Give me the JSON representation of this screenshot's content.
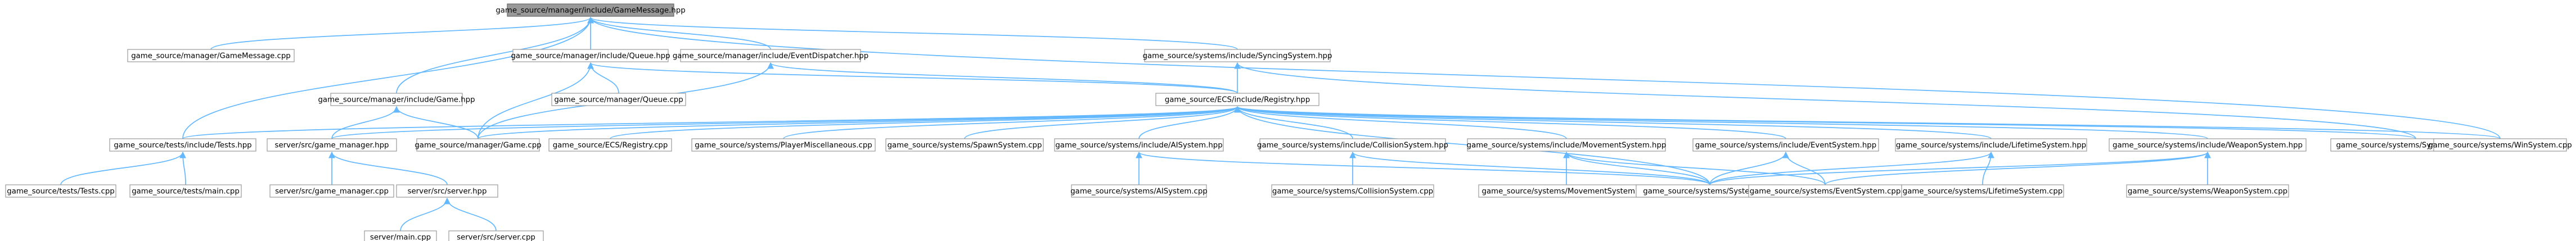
{
  "graph": {
    "root": "game_source/manager/include/GameMessage.hpp",
    "colors": {
      "root_fill": "#999999",
      "node_fill": "#ffffff",
      "node_border": "#999999",
      "edge": "#63b8ff"
    },
    "nodes": [
      {
        "id": "gm_hpp",
        "label": "game_source/manager/include/GameMessage.hpp",
        "root": true
      },
      {
        "id": "gm_cpp",
        "label": "game_source/manager/GameMessage.cpp"
      },
      {
        "id": "queue_hpp",
        "label": "game_source/manager/include/Queue.hpp"
      },
      {
        "id": "evdisp_hpp",
        "label": "game_source/manager/include/EventDispatcher.hpp"
      },
      {
        "id": "syncsys_hpp",
        "label": "game_source/systems/include/SyncingSystem.hpp"
      },
      {
        "id": "game_hpp",
        "label": "game_source/manager/include/Game.hpp"
      },
      {
        "id": "queue_cpp",
        "label": "game_source/manager/Queue.cpp"
      },
      {
        "id": "registry_hpp",
        "label": "game_source/ECS/include/Registry.hpp"
      },
      {
        "id": "tests_hpp",
        "label": "game_source/tests/include/Tests.hpp"
      },
      {
        "id": "srv_gm_hpp",
        "label": "server/src/game_manager.hpp"
      },
      {
        "id": "game_cpp",
        "label": "game_source/manager/Game.cpp"
      },
      {
        "id": "registry_cpp",
        "label": "game_source/ECS/Registry.cpp"
      },
      {
        "id": "pmisc_cpp",
        "label": "game_source/systems/PlayerMiscellaneous.cpp"
      },
      {
        "id": "spawn_cpp",
        "label": "game_source/systems/SpawnSystem.cpp"
      },
      {
        "id": "ai_hpp",
        "label": "game_source/systems/include/AISystem.hpp"
      },
      {
        "id": "coll_hpp",
        "label": "game_source/systems/include/CollisionSystem.hpp"
      },
      {
        "id": "move_hpp",
        "label": "game_source/systems/include/MovementSystem.hpp"
      },
      {
        "id": "event_hpp",
        "label": "game_source/systems/include/EventSystem.hpp"
      },
      {
        "id": "life_hpp",
        "label": "game_source/systems/include/LifetimeSystem.hpp"
      },
      {
        "id": "weapon_hpp",
        "label": "game_source/systems/include/WeaponSystem.hpp"
      },
      {
        "id": "syncsys_cpp",
        "label": "game_source/systems/SyncingSystem.cpp"
      },
      {
        "id": "win_cpp",
        "label": "game_source/systems/WinSystem.cpp"
      },
      {
        "id": "tests_cpp",
        "label": "game_source/tests/Tests.cpp"
      },
      {
        "id": "main_tests_cpp",
        "label": "game_source/tests/main.cpp"
      },
      {
        "id": "srv_gm_cpp",
        "label": "server/src/game_manager.cpp"
      },
      {
        "id": "srv_hpp",
        "label": "server/src/server.hpp"
      },
      {
        "id": "ai_cpp",
        "label": "game_source/systems/AISystem.cpp"
      },
      {
        "id": "coll_cpp",
        "label": "game_source/systems/CollisionSystem.cpp"
      },
      {
        "id": "move_cpp",
        "label": "game_source/systems/MovementSystem.cpp"
      },
      {
        "id": "systems_cpp",
        "label": "game_source/systems/Systems.cpp"
      },
      {
        "id": "event_cpp",
        "label": "game_source/systems/EventSystem.cpp"
      },
      {
        "id": "life_cpp",
        "label": "game_source/systems/LifetimeSystem.cpp"
      },
      {
        "id": "weapon_cpp",
        "label": "game_source/systems/WeaponSystem.cpp"
      },
      {
        "id": "srv_main_cpp",
        "label": "server/main.cpp"
      },
      {
        "id": "srv_cpp",
        "label": "server/src/server.cpp"
      }
    ],
    "edges": [
      [
        "gm_hpp",
        "gm_cpp"
      ],
      [
        "gm_hpp",
        "queue_hpp"
      ],
      [
        "gm_hpp",
        "evdisp_hpp"
      ],
      [
        "gm_hpp",
        "syncsys_hpp"
      ],
      [
        "gm_hpp",
        "game_hpp"
      ],
      [
        "gm_hpp",
        "tests_hpp"
      ],
      [
        "gm_hpp",
        "win_cpp"
      ],
      [
        "queue_hpp",
        "queue_cpp"
      ],
      [
        "queue_hpp",
        "game_cpp"
      ],
      [
        "queue_hpp",
        "registry_hpp"
      ],
      [
        "evdisp_hpp",
        "registry_hpp"
      ],
      [
        "evdisp_hpp",
        "game_cpp"
      ],
      [
        "syncsys_hpp",
        "registry_hpp"
      ],
      [
        "syncsys_hpp",
        "syncsys_cpp"
      ],
      [
        "game_hpp",
        "game_cpp"
      ],
      [
        "game_hpp",
        "srv_gm_hpp"
      ],
      [
        "registry_hpp",
        "tests_hpp"
      ],
      [
        "registry_hpp",
        "srv_gm_hpp"
      ],
      [
        "registry_hpp",
        "game_cpp"
      ],
      [
        "registry_hpp",
        "registry_cpp"
      ],
      [
        "registry_hpp",
        "pmisc_cpp"
      ],
      [
        "registry_hpp",
        "spawn_cpp"
      ],
      [
        "registry_hpp",
        "ai_hpp"
      ],
      [
        "registry_hpp",
        "coll_hpp"
      ],
      [
        "registry_hpp",
        "move_hpp"
      ],
      [
        "registry_hpp",
        "event_hpp"
      ],
      [
        "registry_hpp",
        "life_hpp"
      ],
      [
        "registry_hpp",
        "weapon_hpp"
      ],
      [
        "registry_hpp",
        "syncsys_cpp"
      ],
      [
        "registry_hpp",
        "win_cpp"
      ],
      [
        "registry_hpp",
        "systems_cpp"
      ],
      [
        "tests_hpp",
        "tests_cpp"
      ],
      [
        "tests_hpp",
        "main_tests_cpp"
      ],
      [
        "srv_gm_hpp",
        "srv_gm_cpp"
      ],
      [
        "srv_gm_hpp",
        "srv_hpp"
      ],
      [
        "srv_hpp",
        "srv_main_cpp"
      ],
      [
        "srv_hpp",
        "srv_cpp"
      ],
      [
        "ai_hpp",
        "ai_cpp"
      ],
      [
        "ai_hpp",
        "systems_cpp"
      ],
      [
        "coll_hpp",
        "coll_cpp"
      ],
      [
        "coll_hpp",
        "systems_cpp"
      ],
      [
        "move_hpp",
        "move_cpp"
      ],
      [
        "move_hpp",
        "systems_cpp"
      ],
      [
        "move_hpp",
        "event_cpp"
      ],
      [
        "event_hpp",
        "event_cpp"
      ],
      [
        "event_hpp",
        "systems_cpp"
      ],
      [
        "life_hpp",
        "life_cpp"
      ],
      [
        "life_hpp",
        "systems_cpp"
      ],
      [
        "weapon_hpp",
        "weapon_cpp"
      ],
      [
        "weapon_hpp",
        "systems_cpp"
      ],
      [
        "weapon_hpp",
        "event_cpp"
      ]
    ]
  }
}
